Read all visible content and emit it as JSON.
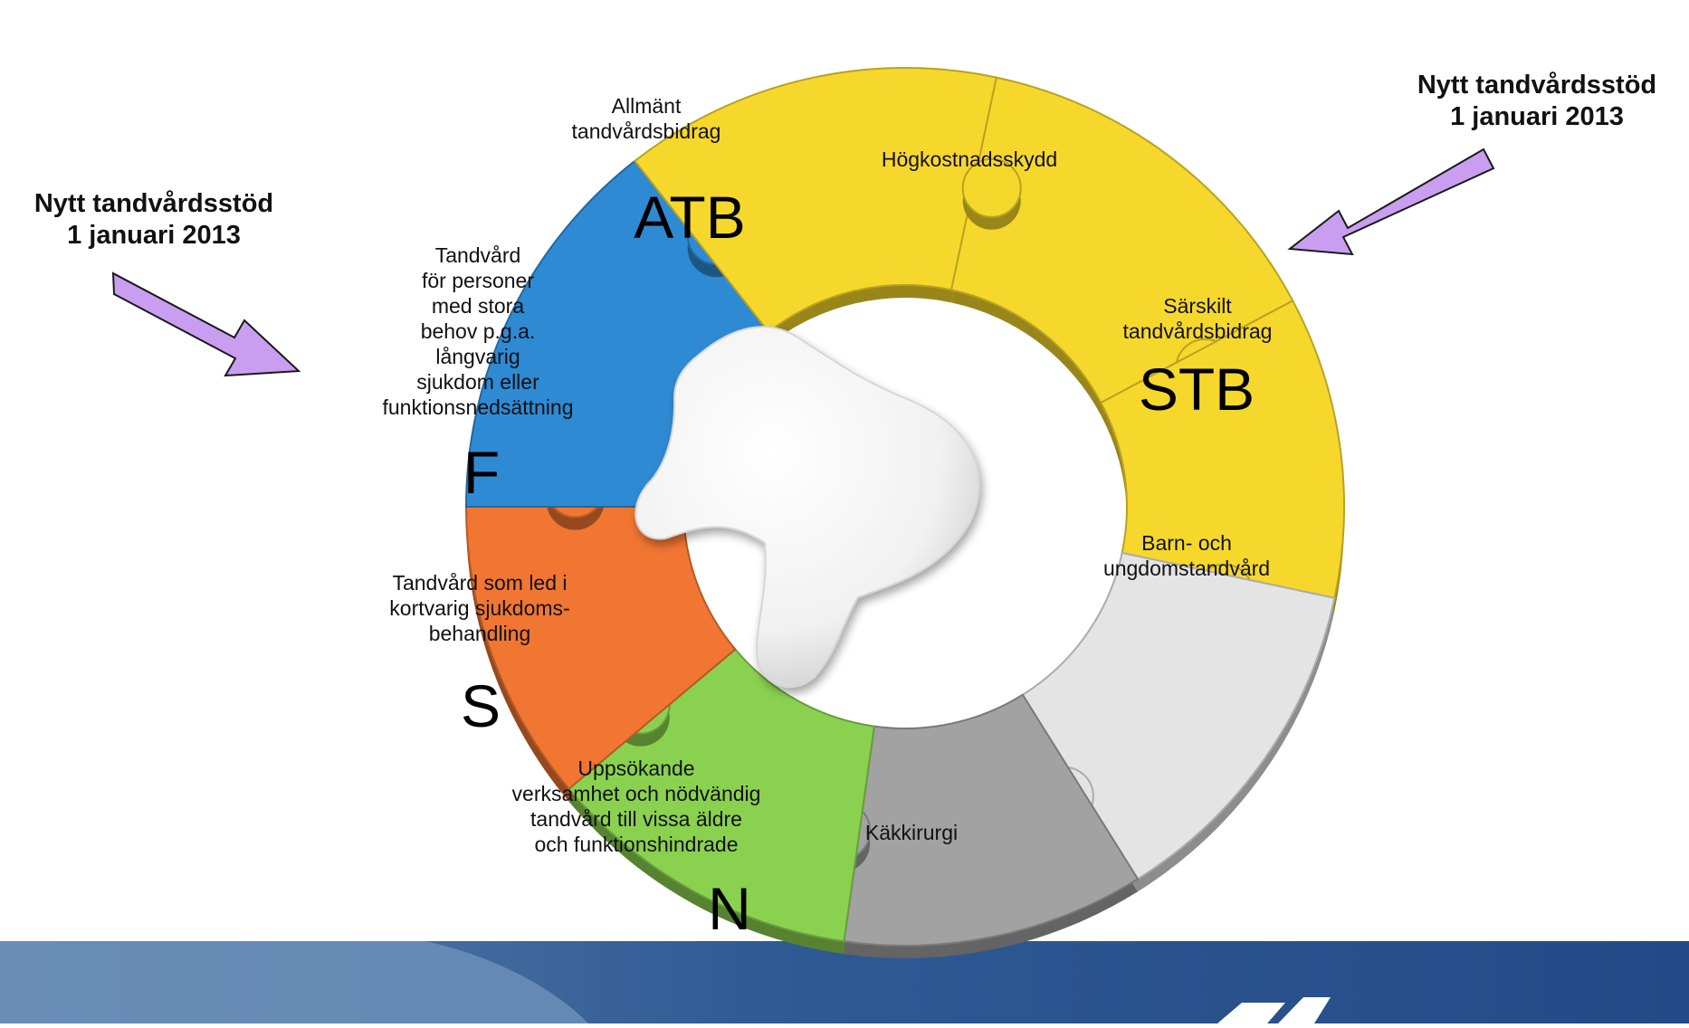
{
  "annotations": {
    "left": [
      "Nytt tandvårdsstöd",
      "1 januari 2013"
    ],
    "right": [
      "Nytt tandvårdsstöd",
      "1 januari 2013"
    ]
  },
  "pieces": {
    "atb": {
      "label": [
        "Allmänt",
        "tandvårdsbidrag"
      ],
      "abbr": "ATB",
      "color": "#f6d82c"
    },
    "hks": {
      "label": [
        "Högkostnadsskydd"
      ],
      "color": "#f6d82c"
    },
    "stb": {
      "label": [
        "Särskilt",
        "tandvårdsbidrag"
      ],
      "abbr": "STB",
      "color": "#f6d82c"
    },
    "bu": {
      "label": [
        "Barn- och",
        "ungdomstandvård"
      ],
      "color": "#e4e4e4"
    },
    "kk": {
      "label": [
        "Käkkirurgi"
      ],
      "color": "#a2a2a2"
    },
    "n": {
      "label": [
        "Uppsökande",
        "verksamhet och nödvändig",
        "tandvård till vissa äldre",
        "och funktionshindrade"
      ],
      "abbr": "N",
      "color": "#8ad150"
    },
    "s": {
      "label": [
        "Tandvård som led i",
        "kortvarig sjukdoms-",
        "behandling"
      ],
      "abbr": "S",
      "color": "#f07632"
    },
    "f": {
      "label": [
        "Tandvård",
        "för personer",
        "med stora",
        "behov p.g.a.",
        "långvarig",
        "sjukdom eller",
        "funktionsnedsättning"
      ],
      "abbr": "F",
      "color": "#2f8ad4"
    }
  },
  "arrow_color": "#c99ef0",
  "footer_color": "#2a5593",
  "tooth_icon": "tooth-icon"
}
